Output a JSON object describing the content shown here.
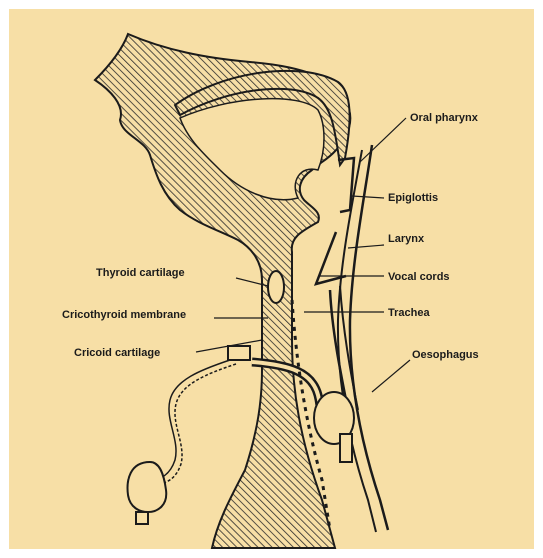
{
  "diagram": {
    "background": "#f7dfa6",
    "ink": "#1b1b1b",
    "labels": {
      "oral_pharynx": "Oral pharynx",
      "epiglottis": "Epiglottis",
      "larynx": "Larynx",
      "vocal_cords": "Vocal cords",
      "trachea": "Trachea",
      "oesophagus": "Oesophagus",
      "thyroid_cartilage": "Thyroid cartilage",
      "cricothyroid_membrane": "Cricothyroid membrane",
      "cricoid_cartilage": "Cricoid cartilage"
    }
  }
}
